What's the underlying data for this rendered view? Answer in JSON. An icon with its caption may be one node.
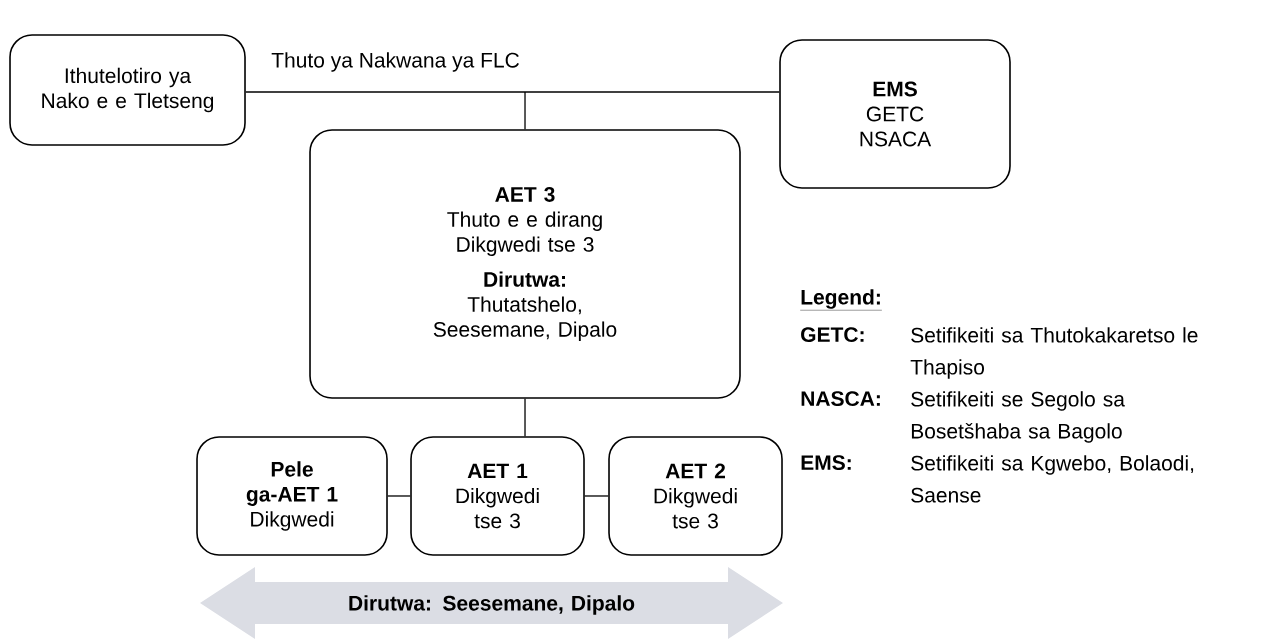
{
  "diagram": {
    "nodes": [
      {
        "text": [
          "Ithutelotiro ya Nako e e Tletseng"
        ]
      },
      {
        "text": [
          "EMS",
          "GETC",
          "NSACA"
        ]
      },
      {
        "text": [
          "AET 3",
          "Thuto e e dirang Dikgwedi tse 3",
          "Dirutwa:",
          "Thutatshelo, Seesemane, Dipalo"
        ]
      },
      {
        "text": [
          "Pele ga-AET 1",
          "Dikgwedi"
        ]
      },
      {
        "text": [
          "AET 1",
          "Dikgwedi tse 3"
        ]
      },
      {
        "text": [
          "AET 2",
          "Dikgwedi tse 3"
        ]
      },
      {
        "text": [
          "Dirutwa: Seesemane, Dipalo"
        ]
      }
    ],
    "edges": [
      {
        "from": 0,
        "to": 1,
        "arrow": "none",
        "label": "Thuto ya Nakwana ya FLC"
      },
      {
        "from": null,
        "to": 2,
        "arrow": "none"
      },
      {
        "from": 2,
        "to": 4,
        "arrow": "none"
      },
      {
        "from": 3,
        "to": 4,
        "arrow": "none"
      },
      {
        "from": 4,
        "to": 5,
        "arrow": "none"
      }
    ],
    "labels": [
      "Legend:",
      "GETC:",
      "Setifikeiti sa Thutokakaretso le Thapiso",
      "NASCA:",
      "Setifikeiti se Segolo sa Bosetšhaba sa Bagolo",
      "EMS:",
      "Setifikeiti sa Kgwebo, Bolaodi, Saense"
    ]
  }
}
